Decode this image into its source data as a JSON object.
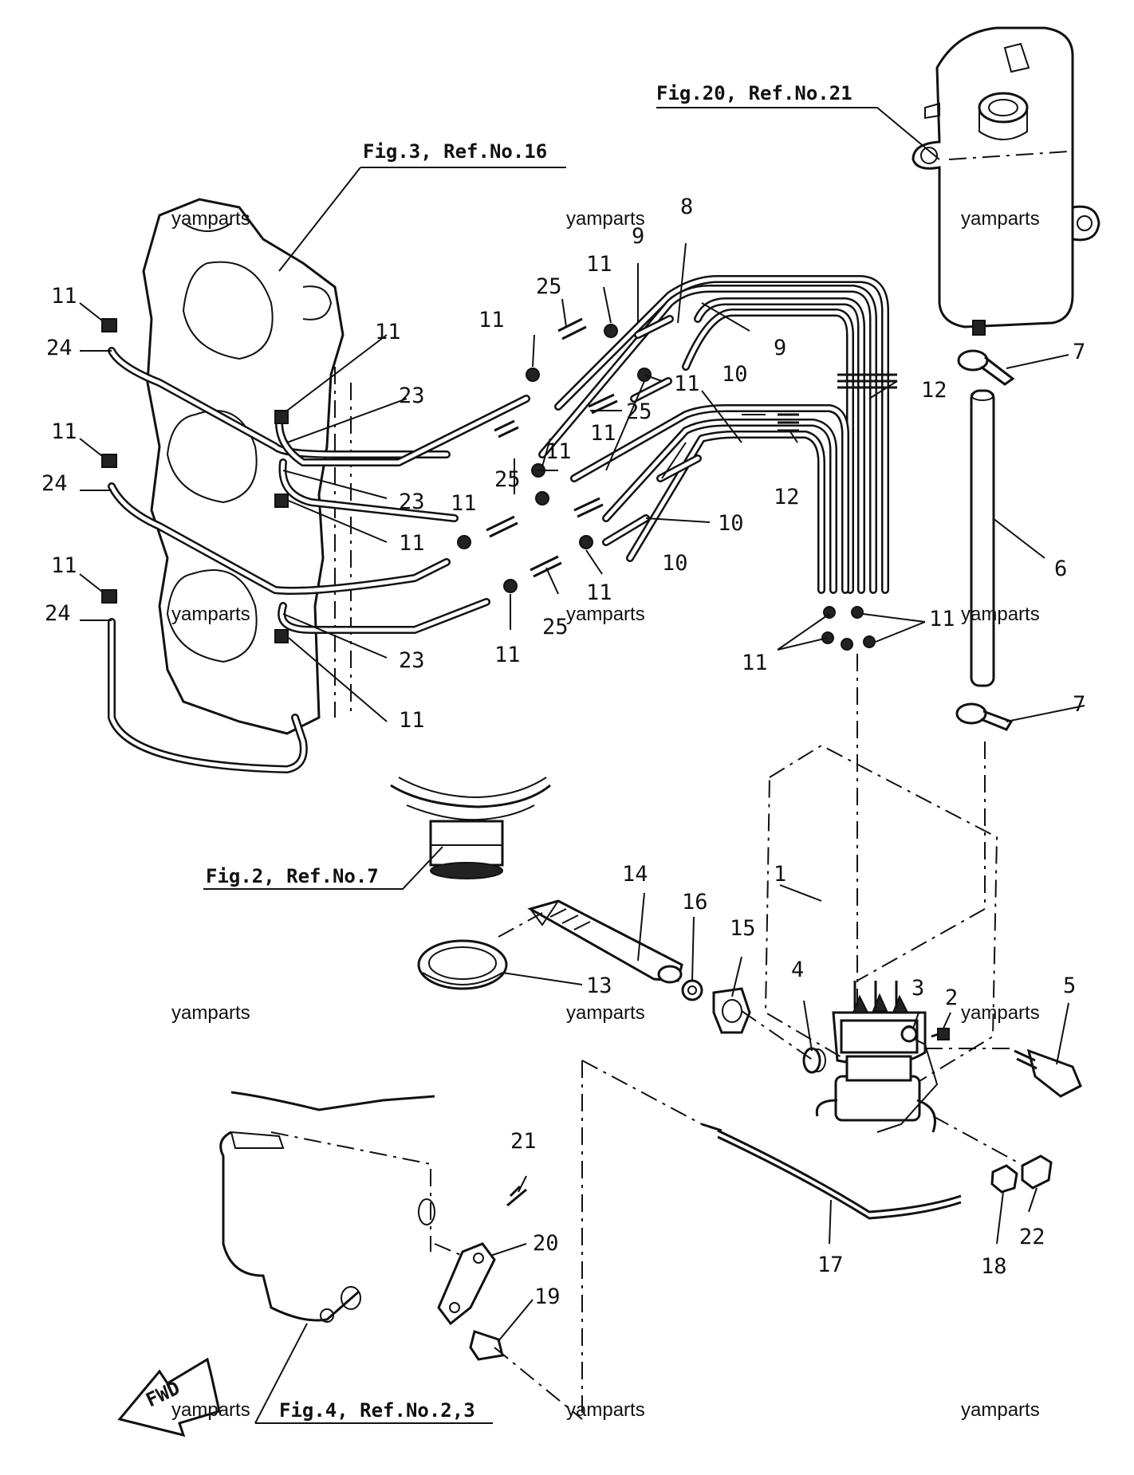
{
  "figure_refs": {
    "fig20": "Fig.20, Ref.No.21",
    "fig3": "Fig.3, Ref.No.16",
    "fig2": "Fig.2, Ref.No.7",
    "fig4": "Fig.4, Ref.No.2,3"
  },
  "watermark": "yamparts",
  "fwd_label": "FWD",
  "part_numbers": {
    "n1": "1",
    "n2": "2",
    "n3": "3",
    "n4": "4",
    "n5": "5",
    "n6": "6",
    "n7": "7",
    "n8": "8",
    "n9": "9",
    "n10": "10",
    "n11": "11",
    "n12": "12",
    "n13": "13",
    "n14": "14",
    "n15": "15",
    "n16": "16",
    "n17": "17",
    "n18": "18",
    "n19": "19",
    "n20": "20",
    "n21": "21",
    "n22": "22",
    "n23": "23",
    "n24": "24",
    "n25": "25"
  }
}
